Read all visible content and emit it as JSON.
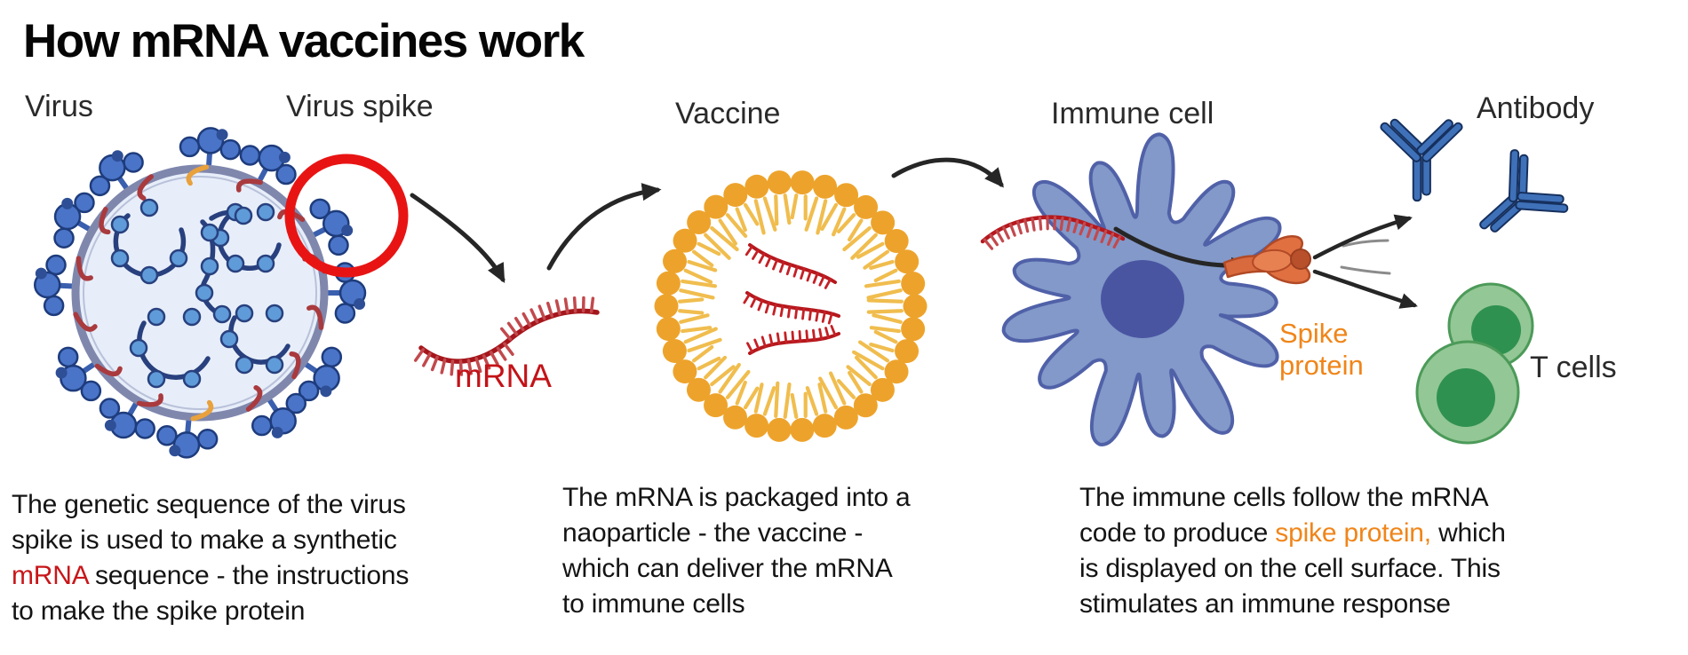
{
  "title": "How mRNA vaccines work",
  "stage_labels": {
    "virus": "Virus",
    "virus_spike": "Virus spike",
    "vaccine": "Vaccine",
    "immune_cell": "Immune cell",
    "antibody": "Antibody",
    "t_cells": "T cells",
    "mrna": "mRNA",
    "spike_protein": "Spike\nprotein"
  },
  "captions": [
    {
      "pre": "The genetic sequence of the virus\nspike is used to make a synthetic\n",
      "highlight": "mRNA",
      "post": " sequence - the instructions\nto make the spike protein",
      "highlight_color": "#c81619"
    },
    {
      "text": "The mRNA is packaged into a\nnaoparticle - the vaccine -\nwhich can deliver the mRNA\nto immune cells"
    },
    {
      "pre": "The immune cells follow the mRNA\ncode to produce ",
      "highlight": "spike protein,",
      "post": " which\nis displayed on the cell surface. This\nstimulates an immune response",
      "highlight_color": "#f08519"
    }
  ],
  "colors": {
    "title_black": "#060606",
    "label_gray": "#2a2a2a",
    "mrna_red": "#a5161c",
    "mrna_tick_red": "#c2494d",
    "highlight_circle_red": "#e81414",
    "lipid_orange": "#eda32b",
    "lipid_tail_yellow": "#f0bd4e",
    "cell_blue": "#8299c9",
    "cell_outline_blue": "#5061a8",
    "nucleus_blue": "#4a55a2",
    "virus_body_blue": "#e7eef9",
    "virus_spike_blue": "#4a74c8",
    "genome_navy": "#28407e",
    "genome_bead_blue": "#5f9bd8",
    "membrane_protein_red": "#a93a3e",
    "spike_protein_orange": "#e07040",
    "spike_label_orange": "#f08519",
    "antibody_blue": "#3f71b9",
    "tcell_green": "#93c795",
    "tcell_nucleus_green": "#2f9150",
    "arrow_black": "#262626"
  }
}
